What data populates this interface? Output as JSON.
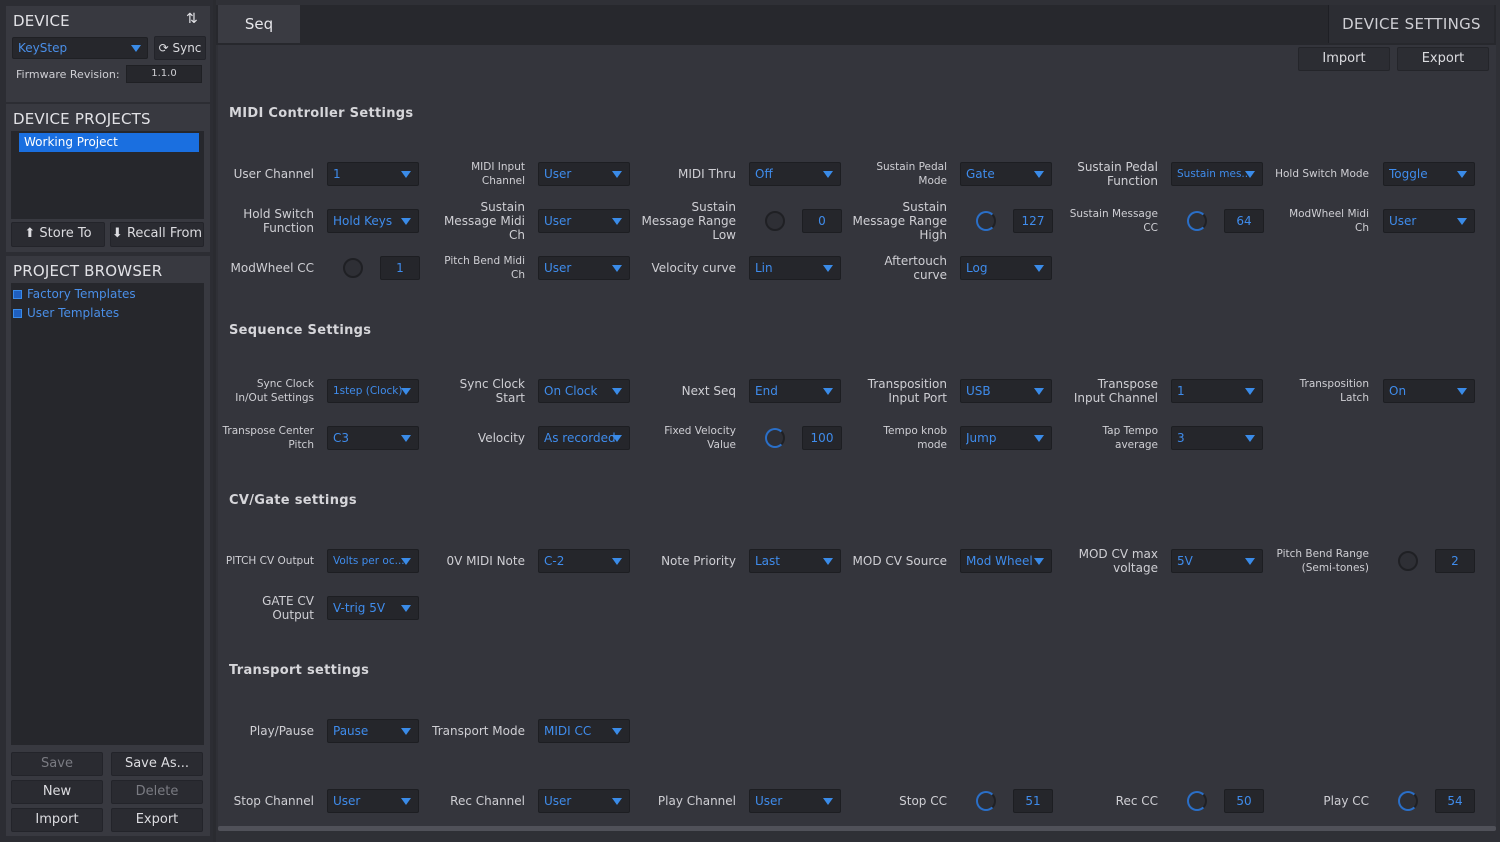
{
  "device": {
    "title": "DEVICE",
    "selected": "KeyStep",
    "sync_label": "Sync",
    "firmware_label": "Firmware Revision:",
    "firmware_value": "1.1.0"
  },
  "projects": {
    "title": "DEVICE PROJECTS",
    "items": [
      "Working Project"
    ],
    "store_label": "Store To",
    "recall_label": "Recall From"
  },
  "browser": {
    "title": "PROJECT BROWSER",
    "items": [
      "Factory Templates",
      "User Templates"
    ],
    "save_label": "Save",
    "save_as_label": "Save As...",
    "new_label": "New",
    "delete_label": "Delete",
    "import_label": "Import",
    "export_label": "Export"
  },
  "header": {
    "tab": "Seq",
    "device_settings": "DEVICE SETTINGS",
    "import_label": "Import",
    "export_label": "Export"
  },
  "sections": {
    "midi": "MIDI Controller Settings",
    "sequence": "Sequence Settings",
    "cvgate": "CV/Gate settings",
    "transport": "Transport settings"
  },
  "midi": {
    "user_channel": {
      "label": "User Channel",
      "value": "1"
    },
    "midi_input_channel": {
      "label": "MIDI Input Channel",
      "value": "User"
    },
    "midi_thru": {
      "label": "MIDI Thru",
      "value": "Off"
    },
    "sustain_pedal_mode": {
      "label": "Sustain Pedal Mode",
      "value": "Gate"
    },
    "sustain_pedal_function": {
      "label": "Sustain Pedal Function",
      "value": "Sustain mes..."
    },
    "hold_switch_mode": {
      "label": "Hold Switch Mode",
      "value": "Toggle"
    },
    "hold_switch_function": {
      "label": "Hold Switch Function",
      "value": "Hold Keys"
    },
    "sustain_message_midi_ch": {
      "label": "Sustain Message Midi Ch",
      "value": "User"
    },
    "sustain_range_low": {
      "label": "Sustain Message Range Low",
      "value": "0"
    },
    "sustain_range_high": {
      "label": "Sustain Message Range High",
      "value": "127"
    },
    "sustain_message_cc": {
      "label": "Sustain Message CC",
      "value": "64"
    },
    "modwheel_midi_ch": {
      "label": "ModWheel Midi Ch",
      "value": "User"
    },
    "modwheel_cc": {
      "label": "ModWheel CC",
      "value": "1"
    },
    "pitch_bend_midi_ch": {
      "label": "Pitch Bend Midi Ch",
      "value": "User"
    },
    "velocity_curve": {
      "label": "Velocity curve",
      "value": "Lin"
    },
    "aftertouch_curve": {
      "label": "Aftertouch curve",
      "value": "Log"
    }
  },
  "sequence": {
    "sync_clock": {
      "label": "Sync Clock In/Out Settings",
      "value": "1step (Clock)"
    },
    "sync_clock_start": {
      "label": "Sync Clock Start",
      "value": "On Clock"
    },
    "next_seq": {
      "label": "Next Seq",
      "value": "End"
    },
    "transposition_input_port": {
      "label": "Transposition Input Port",
      "value": "USB"
    },
    "transpose_input_channel": {
      "label": "Transpose Input Channel",
      "value": "1"
    },
    "transposition_latch": {
      "label": "Transposition Latch",
      "value": "On"
    },
    "transpose_center_pitch": {
      "label": "Transpose Center Pitch",
      "value": "C3"
    },
    "velocity": {
      "label": "Velocity",
      "value": "As recorded"
    },
    "fixed_velocity_value": {
      "label": "Fixed Velocity Value",
      "value": "100"
    },
    "tempo_knob_mode": {
      "label": "Tempo knob mode",
      "value": "Jump"
    },
    "tap_tempo_average": {
      "label": "Tap Tempo average",
      "value": "3"
    }
  },
  "cvgate": {
    "pitch_cv_output": {
      "label": "PITCH CV Output",
      "value": "Volts per oc..."
    },
    "ov_midi_note": {
      "label": "0V MIDI Note",
      "value": "C-2"
    },
    "note_priority": {
      "label": "Note Priority",
      "value": "Last"
    },
    "mod_cv_source": {
      "label": "MOD CV Source",
      "value": "Mod Wheel"
    },
    "mod_cv_max_voltage": {
      "label": "MOD CV max voltage",
      "value": "5V"
    },
    "pitch_bend_range": {
      "label": "Pitch Bend Range (Semi-tones)",
      "value": "2"
    },
    "gate_cv_output": {
      "label": "GATE CV Output",
      "value": "V-trig 5V"
    }
  },
  "transport": {
    "play_pause": {
      "label": "Play/Pause",
      "value": "Pause"
    },
    "transport_mode": {
      "label": "Transport Mode",
      "value": "MIDI CC"
    },
    "stop_channel": {
      "label": "Stop Channel",
      "value": "User"
    },
    "rec_channel": {
      "label": "Rec Channel",
      "value": "User"
    },
    "play_channel": {
      "label": "Play Channel",
      "value": "User"
    },
    "stop_cc": {
      "label": "Stop CC",
      "value": "51"
    },
    "rec_cc": {
      "label": "Rec CC",
      "value": "50"
    },
    "play_cc": {
      "label": "Play CC",
      "value": "54"
    }
  }
}
